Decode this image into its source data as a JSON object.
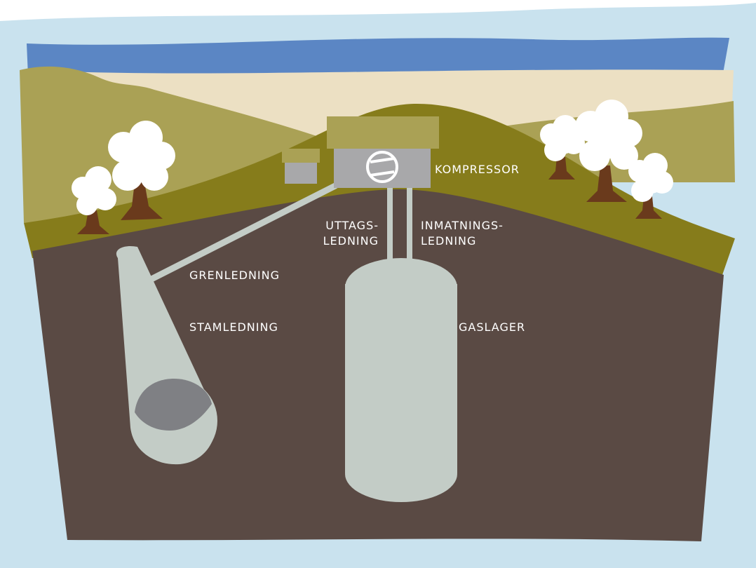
{
  "labels": {
    "kompressor": "KOMPRESSOR",
    "uttag_line1": "UTTAGS-",
    "uttag_line2": "LEDNING",
    "inmatning_line1": "INMATNINGS-",
    "inmatning_line2": "LEDNING",
    "grenledning": "GRENLEDNING",
    "stamledning": "STAMLEDNING",
    "gaslager": "GASLAGER"
  },
  "colors": {
    "frame": "#c9e2ee",
    "sky": "#5b86c4",
    "sand": "#ece0c3",
    "far_hill": "#aaa155",
    "near_hill": "#867c1b",
    "ground": "#5a4a44",
    "pipe": "#c3ccc6",
    "pipe_inner": "#7f8084",
    "roof": "#aaa155",
    "building": "#a8a8aa",
    "tree_foliage": "#ffffff",
    "tree_trunk": "#6a3a1c"
  }
}
